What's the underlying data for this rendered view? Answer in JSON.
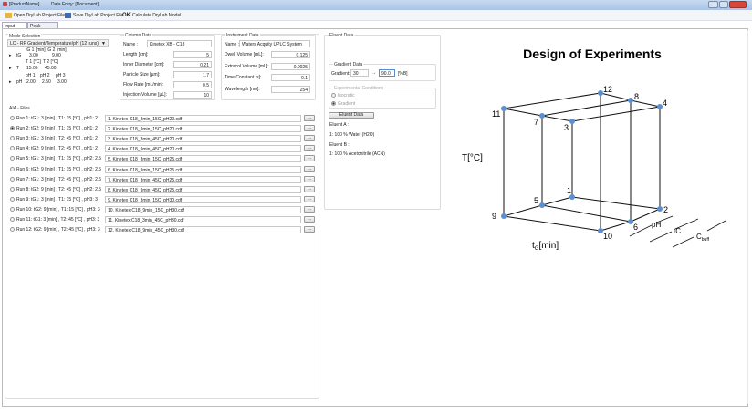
{
  "window": {
    "title": "[ProductName]",
    "document": "Data Entry: [Document]"
  },
  "toolbar": {
    "open": "Open DryLab Project File",
    "save": "Save DryLab Project File",
    "calculate": "Calculate DryLab Model",
    "calc_icon": "OK"
  },
  "tabs": [
    {
      "label": "Input Data"
    },
    {
      "label": "Peak Tracking"
    }
  ],
  "mode": {
    "title": "Mode Selection",
    "selected": "LC - RP Gradient/Temperature/pH (12 runs)",
    "tG": {
      "label": "tG",
      "h1": "tG 1 [min]",
      "h2": "tG 2 [min]",
      "v1": "3.00",
      "v2": "9.00"
    },
    "T": {
      "label": "T",
      "h1": "T 1 [°C]",
      "h2": "T 2 [°C]",
      "v1": "15.00",
      "v2": "45.00"
    },
    "pH": {
      "label": "pH",
      "h1": "pH 1",
      "h2": "pH 2",
      "h3": "pH 3",
      "v1": "2.00",
      "v2": "2.50",
      "v3": "3.00"
    }
  },
  "column": {
    "title": "Column Data",
    "name_label": "Name :",
    "name": "Kinetex XB - C18",
    "fields": [
      {
        "label": "Length [cm]:",
        "value": "5"
      },
      {
        "label": "Inner Diameter [cm]:",
        "value": "0.21"
      },
      {
        "label": "Particle Size [µm]:",
        "value": "1.7"
      },
      {
        "label": "Flow Rate [mL/min]:",
        "value": "0.5"
      },
      {
        "label": "Injection Volume [µL]:",
        "value": "10"
      }
    ]
  },
  "instrument": {
    "title": "Instrument Data",
    "name_label": "Name :",
    "name": "Waters Acquity UPLC System",
    "fields": [
      {
        "label": "Dwell Volume [mL]:",
        "value": "0.125"
      },
      {
        "label": "Extracol Volume [mL]:",
        "value": "0.0025"
      },
      {
        "label": "Time Constant [s]:",
        "value": "0.1"
      },
      {
        "label": "Wavelength [nm]:",
        "value": "254"
      }
    ]
  },
  "eluent": {
    "title": "Eluent Data",
    "gradient_title": "Gradient Data",
    "gradient_label": "Gradient:",
    "from": "30",
    "arrow": "→",
    "to": "90.0",
    "unit": "[%B]",
    "conditions_title": "Experimental Conditions",
    "isocratic": "Isocratic",
    "gradient": "Gradient",
    "button": "Eluent Data",
    "a_label": "Eluent A :",
    "a_value": "1: 100 % Water (H2O)",
    "b_label": "Eluent B :",
    "b_value": "1: 100 % Acetonitrile (ACN)"
  },
  "aia": {
    "title": "AIA - Files",
    "browse": "...",
    "runs": [
      {
        "label": "Run 1: tG1: 3 [min] ,  T1: 15 [°C] ,  pH1: 2",
        "file": "1. Kinetex C18_3min_15C_pH20.cdf",
        "selected": false
      },
      {
        "label": "Run 2: tG2: 9 [min] ,  T1: 15 [°C] ,  pH1: 2",
        "file": "2. Kinetex C18_9min_15C_pH20.cdf",
        "selected": true
      },
      {
        "label": "Run 3: tG1: 3 [min] ,  T2: 45 [°C] ,  pH1: 2",
        "file": "3. Kinetex C18_3min_45C_pH20.cdf",
        "selected": false
      },
      {
        "label": "Run 4: tG2: 9 [min] ,  T2: 45 [°C] ,  pH1: 2",
        "file": "4. Kinetex C18_9min_45C_pH20.cdf",
        "selected": false
      },
      {
        "label": "Run 5: tG1: 3 [min] ,  T1: 15 [°C] ,  pH2: 2.5",
        "file": "5. Kinetex C18_3min_15C_pH25.cdf",
        "selected": false
      },
      {
        "label": "Run 6: tG2: 9 [min] ,  T1: 15 [°C] ,  pH2: 2.5",
        "file": "6. Kinetex C18_9min_15C_pH25.cdf",
        "selected": false
      },
      {
        "label": "Run 7: tG1: 3 [min] ,  T2: 45 [°C] ,  pH2: 2.5",
        "file": "7. Kinetex C18_3min_45C_pH25.cdf",
        "selected": false
      },
      {
        "label": "Run 8: tG2: 9 [min] ,  T2: 45 [°C] ,  pH2: 2.5",
        "file": "8. Kinetex C18_9min_45C_pH25.cdf",
        "selected": false
      },
      {
        "label": "Run 9: tG1: 3 [min] ,  T1: 15 [°C] ,  pH3: 3",
        "file": "9. Kinetex C18_3min_15C_pH30.cdf",
        "selected": false
      },
      {
        "label": "Run 10: tG2: 9 [min] ,  T1: 15 [°C] ,  pH3: 3",
        "file": "10. Kinetex C18_9min_15C_pH30.cdf",
        "selected": false
      },
      {
        "label": "Run 11: tG1: 3 [min] ,  T2: 45 [°C] ,  pH3: 3",
        "file": "11. Kinetex C18_3min_45C_pH30.cdf",
        "selected": false
      },
      {
        "label": "Run 12: tG2: 9 [min] ,  T2: 45 [°C] ,  pH3: 3",
        "file": "12. Kinetex C18_9min_45C_pH30.cdf",
        "selected": false
      }
    ]
  },
  "doe": {
    "title": "Design of Experiments",
    "y_axis": "T[°C]",
    "x_axis_main": "t",
    "x_axis_sub": "G",
    "x_axis_unit": "[min]",
    "axis_ph": "pH",
    "axis_tc": "tC",
    "axis_cbuff_main": "C",
    "axis_cbuff_sub": "buff",
    "points": [
      "1",
      "2",
      "3",
      "4",
      "5",
      "6",
      "7",
      "8",
      "9",
      "10",
      "11",
      "12"
    ],
    "point_color": "#5b8fd0"
  }
}
